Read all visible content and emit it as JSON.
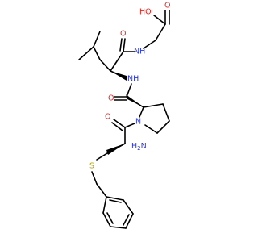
{
  "structure": {
    "atom_labels": {
      "ho": "HO",
      "o_acid": "O",
      "nh_gly": "NH",
      "o_leu": "O",
      "nh_leu": "NH",
      "o_pro": "O",
      "n_pro": "N",
      "o_cys": "O",
      "h2n": "H2N",
      "s": "S"
    },
    "colors": {
      "oxygen": "#e8231f",
      "nitrogen": "#2a36e0",
      "sulfur": "#b8a400",
      "carbon": "#000000"
    }
  }
}
